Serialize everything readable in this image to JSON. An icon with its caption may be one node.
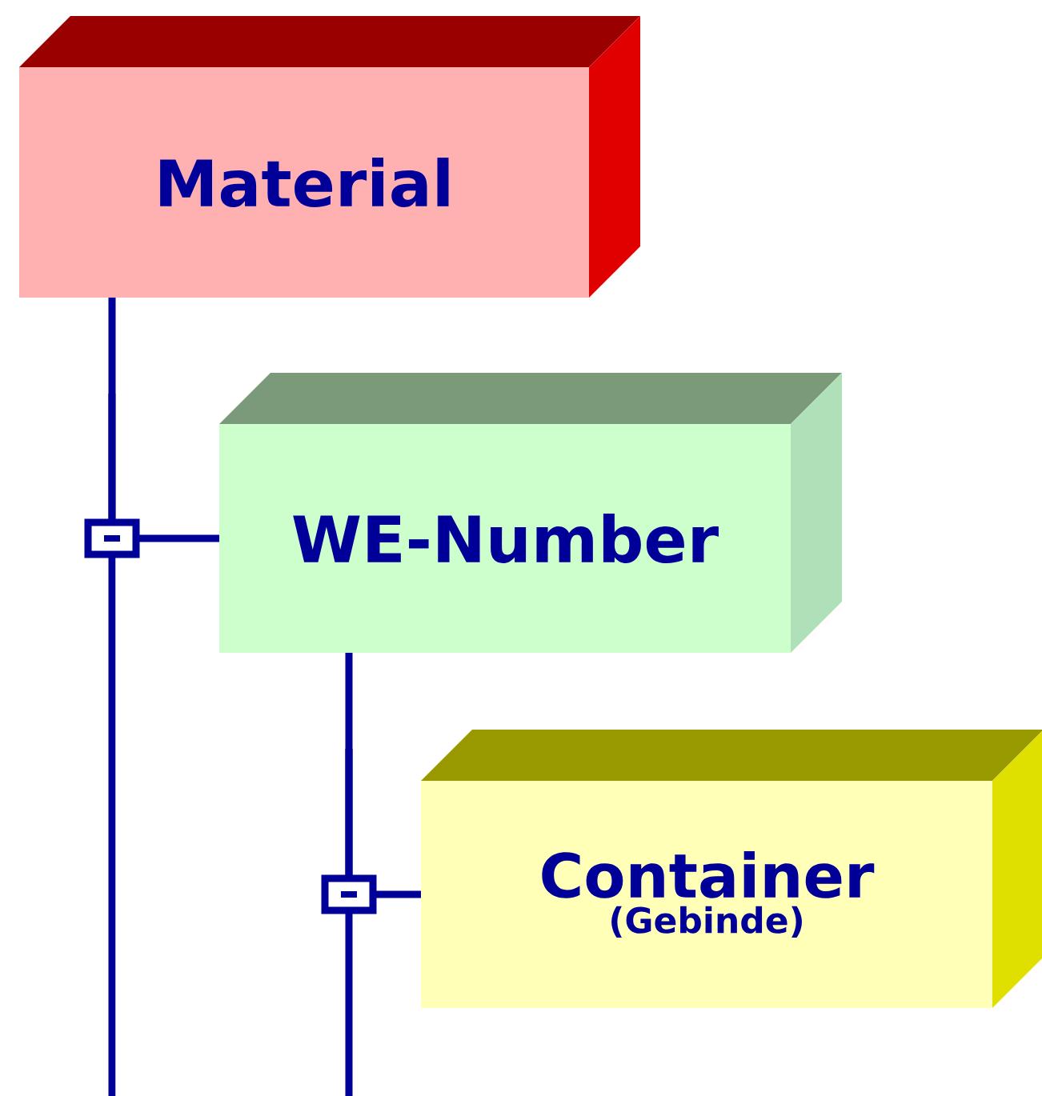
{
  "diagram": {
    "nodes": [
      {
        "text": [
          "Material"
        ]
      },
      {
        "text": [
          "WE-Number"
        ]
      },
      {
        "text": [
          "Container",
          "(Gebinde)"
        ]
      }
    ],
    "edges": [
      {
        "from": 0,
        "to": 1,
        "arrow": "none"
      },
      {
        "from": 1,
        "to": 2,
        "arrow": "none"
      }
    ]
  }
}
